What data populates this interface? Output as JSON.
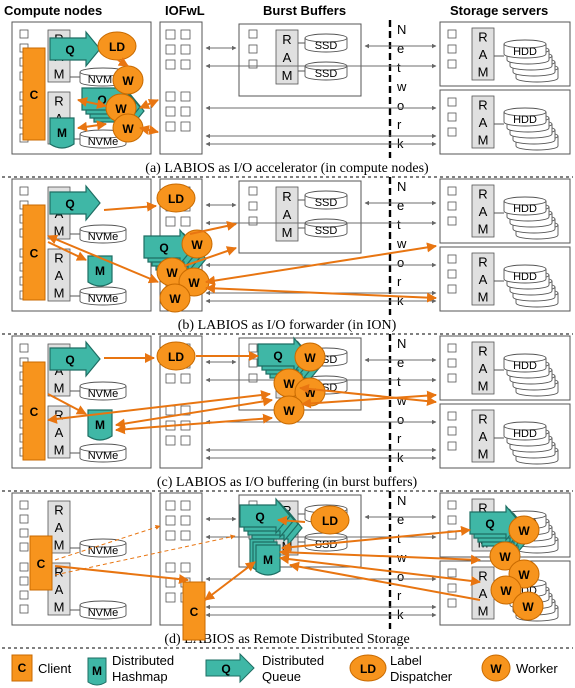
{
  "headers": {
    "compute": "Compute nodes",
    "iofwl": "IOFwL",
    "burst": "Burst Buffers",
    "storage": "Storage servers"
  },
  "captions": [
    "(a) LABIOS as I/O accelerator (in compute nodes)",
    "(b) LABIOS as I/O forwarder (in ION)",
    "(c) LABIOS as I/O buffering (in burst buffers)",
    "(d) LABIOS as Remote Distributed Storage"
  ],
  "ram_letters": [
    "R",
    "A",
    "M"
  ],
  "network_letters": [
    "N",
    "e",
    "t",
    "w",
    "o",
    "r",
    "k"
  ],
  "device_labels": {
    "nvme": "NVMe",
    "ssd": "SSD",
    "hdd": "HDD"
  },
  "components": {
    "client": "C",
    "hashmap": "M",
    "queue": "Q",
    "dispatcher": "LD",
    "worker": "W"
  },
  "legend": [
    {
      "symbol": "C",
      "label": "Client"
    },
    {
      "symbol": "M",
      "label": "Distributed Hashmap"
    },
    {
      "symbol": "Q",
      "label": "Distributed Queue"
    },
    {
      "symbol": "LD",
      "label": "Label Dispatcher"
    },
    {
      "symbol": "W",
      "label": "Worker"
    }
  ],
  "colors": {
    "orange": "#F7941D",
    "orange_dark": "#C86A00",
    "teal": "#3FB7A6",
    "teal_dark": "#1E6E63",
    "ram_fill": "#E0E0E0",
    "arrow": "#E87511",
    "line": "#6E6E6E"
  }
}
